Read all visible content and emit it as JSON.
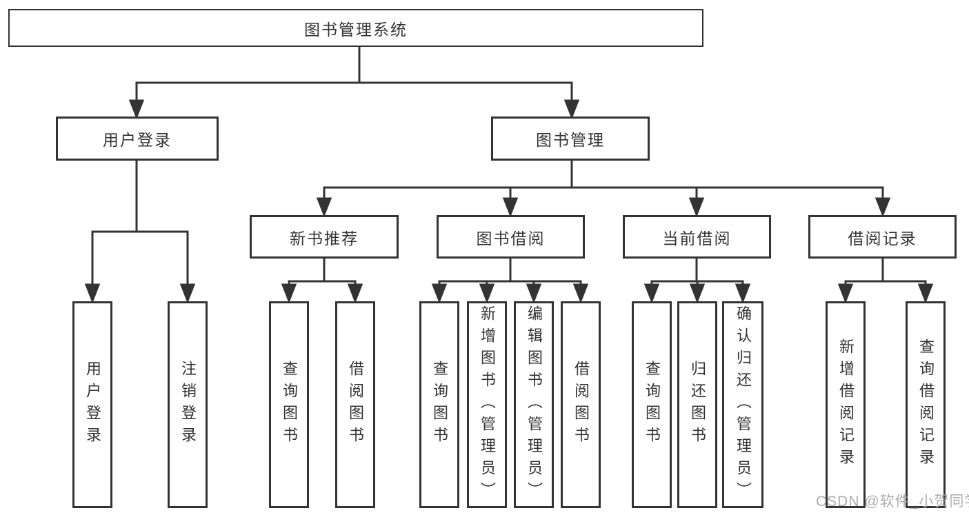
{
  "diagram": {
    "title": "图书管理系统",
    "branches": [
      {
        "label": "用户登录",
        "children": [
          {
            "label": "用户登录"
          },
          {
            "label": "注销登录"
          }
        ]
      },
      {
        "label": "图书管理",
        "children": [
          {
            "label": "新书推荐",
            "children": [
              {
                "label": "查询图书"
              },
              {
                "label": "借阅图书"
              }
            ]
          },
          {
            "label": "图书借阅",
            "children": [
              {
                "label": "查询图书"
              },
              {
                "label": "新增图书（管理员）"
              },
              {
                "label": "编辑图书（管理员）"
              },
              {
                "label": "借阅图书"
              }
            ]
          },
          {
            "label": "当前借阅",
            "children": [
              {
                "label": "查询图书"
              },
              {
                "label": "归还图书"
              },
              {
                "label": "确认归还（管理员）"
              }
            ]
          },
          {
            "label": "借阅记录",
            "children": [
              {
                "label": "新增借阅记录"
              },
              {
                "label": "查询借阅记录"
              }
            ]
          }
        ]
      }
    ]
  },
  "watermark": {
    "text": "CSDN @软件_小贺同学"
  },
  "colors": {
    "line": "#333333",
    "text": "#333333",
    "background": "#ffffff",
    "watermark": "#a6a6a6"
  }
}
